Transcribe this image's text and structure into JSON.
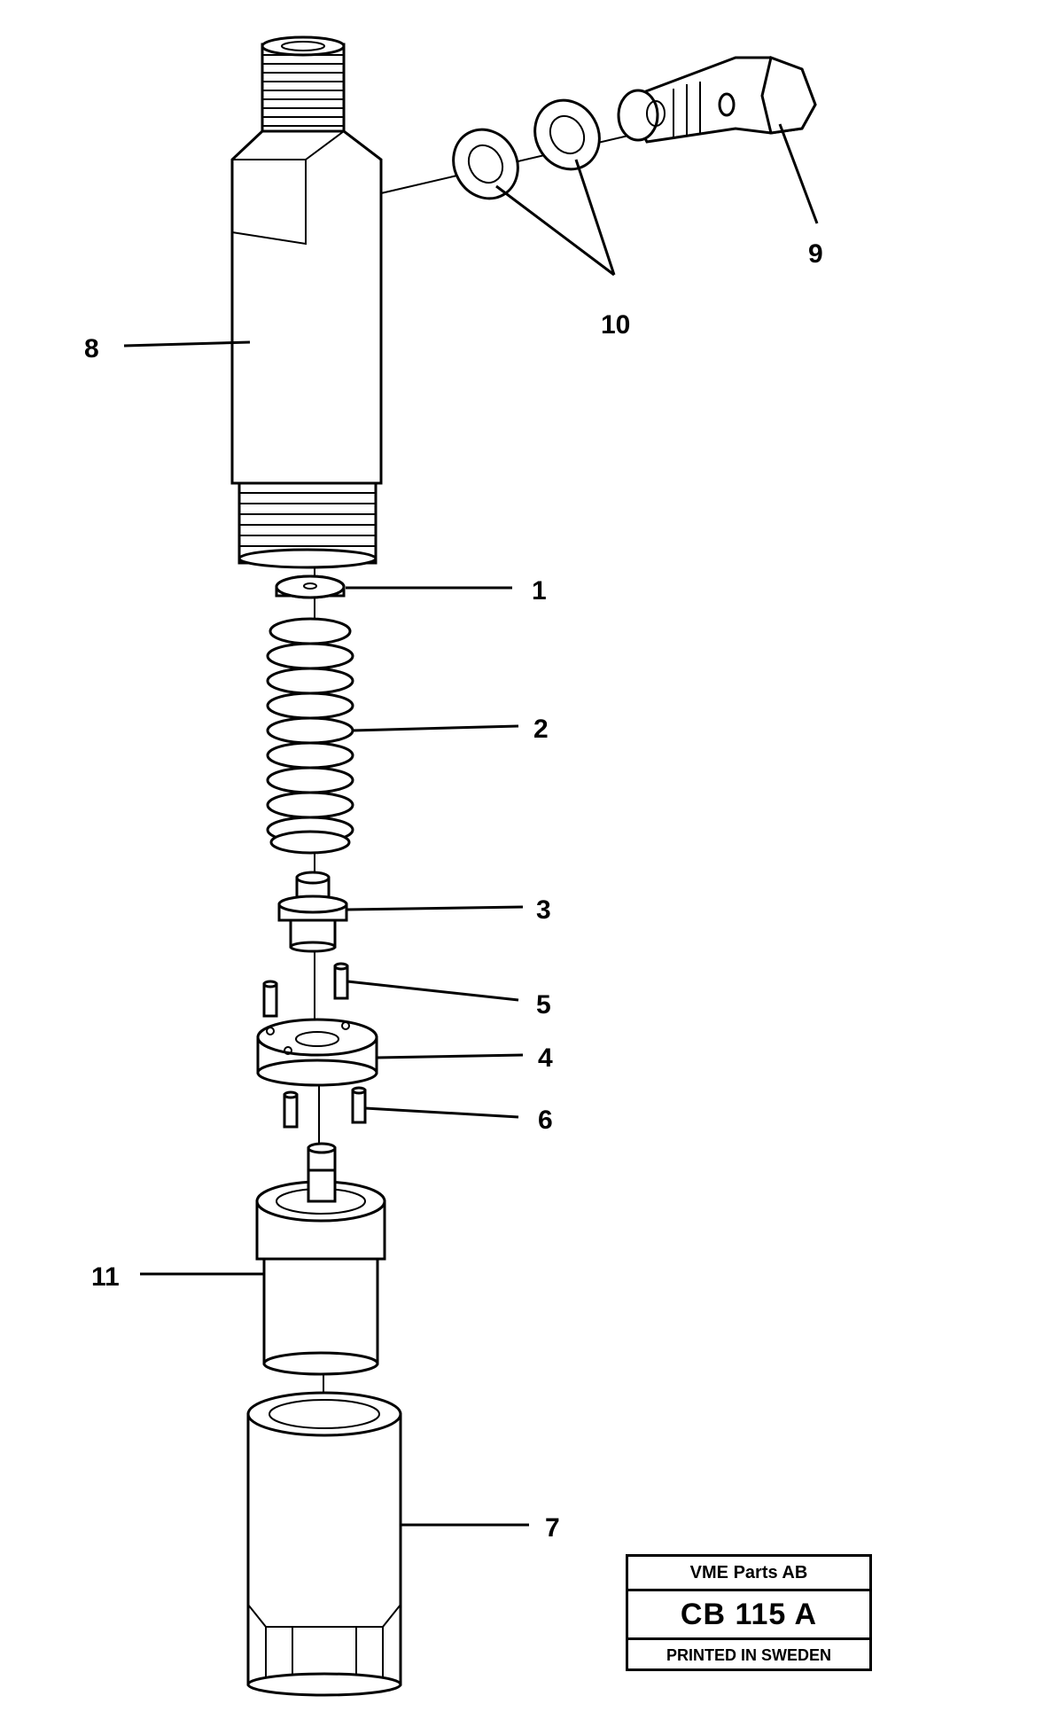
{
  "callouts": [
    {
      "id": "1",
      "label": "1"
    },
    {
      "id": "2",
      "label": "2"
    },
    {
      "id": "3",
      "label": "3"
    },
    {
      "id": "4",
      "label": "4"
    },
    {
      "id": "5",
      "label": "5"
    },
    {
      "id": "6",
      "label": "6"
    },
    {
      "id": "7",
      "label": "7"
    },
    {
      "id": "8",
      "label": "8"
    },
    {
      "id": "9",
      "label": "9"
    },
    {
      "id": "10",
      "label": "10"
    },
    {
      "id": "11",
      "label": "11"
    }
  ],
  "title_block": {
    "company": "VME Parts AB",
    "code": "CB 115 A",
    "printed": "PRINTED IN SWEDEN"
  }
}
